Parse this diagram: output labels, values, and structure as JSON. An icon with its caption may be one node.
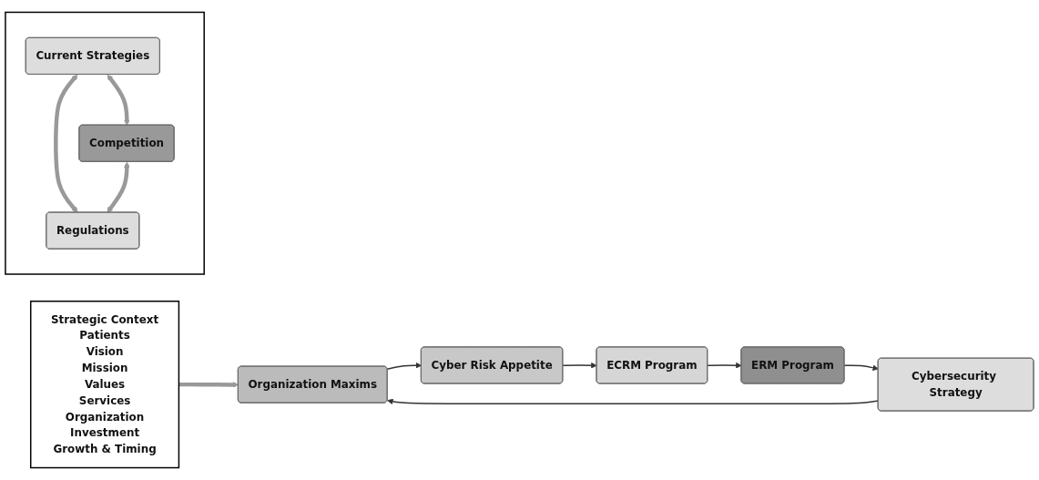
{
  "diagram": {
    "nodes": [
      {
        "text": [
          "Strategic Context",
          "Patients",
          "Vision",
          "Mission",
          "Values",
          "Services",
          "Organization",
          "Investment",
          "Growth & Timing"
        ]
      },
      {
        "text": [],
        "shape": "box"
      },
      {
        "text": [
          "Current Strategies"
        ],
        "in": 1
      },
      {
        "text": [
          "Competition"
        ],
        "in": 1
      },
      {
        "text": [
          "Regulations"
        ],
        "in": 1
      },
      {
        "text": [
          "Organization Maxims"
        ]
      },
      {
        "text": [
          "Cyber Risk Appetite"
        ]
      },
      {
        "text": [
          "ECRM Program"
        ]
      },
      {
        "text": [
          "ERM Program"
        ]
      },
      {
        "text": [
          "Cybersecurity Strategy"
        ]
      }
    ],
    "edges": [
      {
        "from": 2,
        "to": 3,
        "arrow": "both",
        "style": "thick",
        "color": "#999999"
      },
      {
        "from": 2,
        "to": 4,
        "arrow": "both",
        "style": "thick",
        "color": "#999999"
      },
      {
        "from": 3,
        "to": 4,
        "arrow": "both",
        "style": "thick",
        "color": "#999999"
      },
      {
        "from": 0,
        "to": 5,
        "arrow": "to",
        "style": "thick",
        "color": "#999999"
      },
      {
        "from": 5,
        "to": 6,
        "arrow": "to"
      },
      {
        "from": 6,
        "to": 7,
        "arrow": "to"
      },
      {
        "from": 7,
        "to": 8,
        "arrow": "to"
      },
      {
        "from": 8,
        "to": 9,
        "arrow": "to"
      },
      {
        "from": 9,
        "to": 5,
        "arrow": "to"
      }
    ]
  }
}
